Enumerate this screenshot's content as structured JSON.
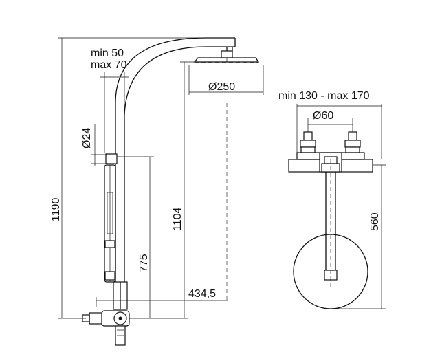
{
  "dimensions": {
    "overall_height": "1190",
    "upper_height": "1104",
    "valve_height": "775",
    "wall_distance": "434,5",
    "distance_min": "min 50",
    "distance_max": "max 70",
    "shower_head_diameter": "Ø250",
    "bar_diameter": "Ø24",
    "center_range": "min 130 - max 170",
    "connection_diameter": "Ø60",
    "arm_height": "560"
  },
  "colors": {
    "line": "#111111",
    "background": "#ffffff"
  }
}
